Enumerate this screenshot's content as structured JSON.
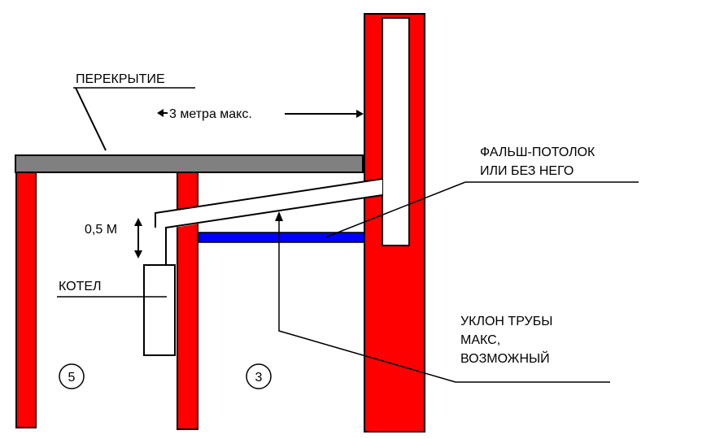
{
  "labels": {
    "slab": "ПЕРЕКРЫТИЕ",
    "max_distance": "3 метра макс.",
    "false_ceiling_line1": "ФАЛЬШ-ПОТОЛОК",
    "false_ceiling_line2": "ИЛИ БЕЗ НЕГО",
    "height": "0,5 М",
    "boiler": "КОТЕЛ",
    "slope_line1": "УКЛОН ТРУБЫ",
    "slope_line2": "МАКС,",
    "slope_line3": "ВОЗМОЖНЫЙ"
  },
  "markers": {
    "left_room": "5",
    "right_room": "3"
  },
  "colors": {
    "wall": "#ff0000",
    "slab": "#808080",
    "false_ceiling": "#0000ff",
    "line": "#000000",
    "background": "#ffffff"
  }
}
